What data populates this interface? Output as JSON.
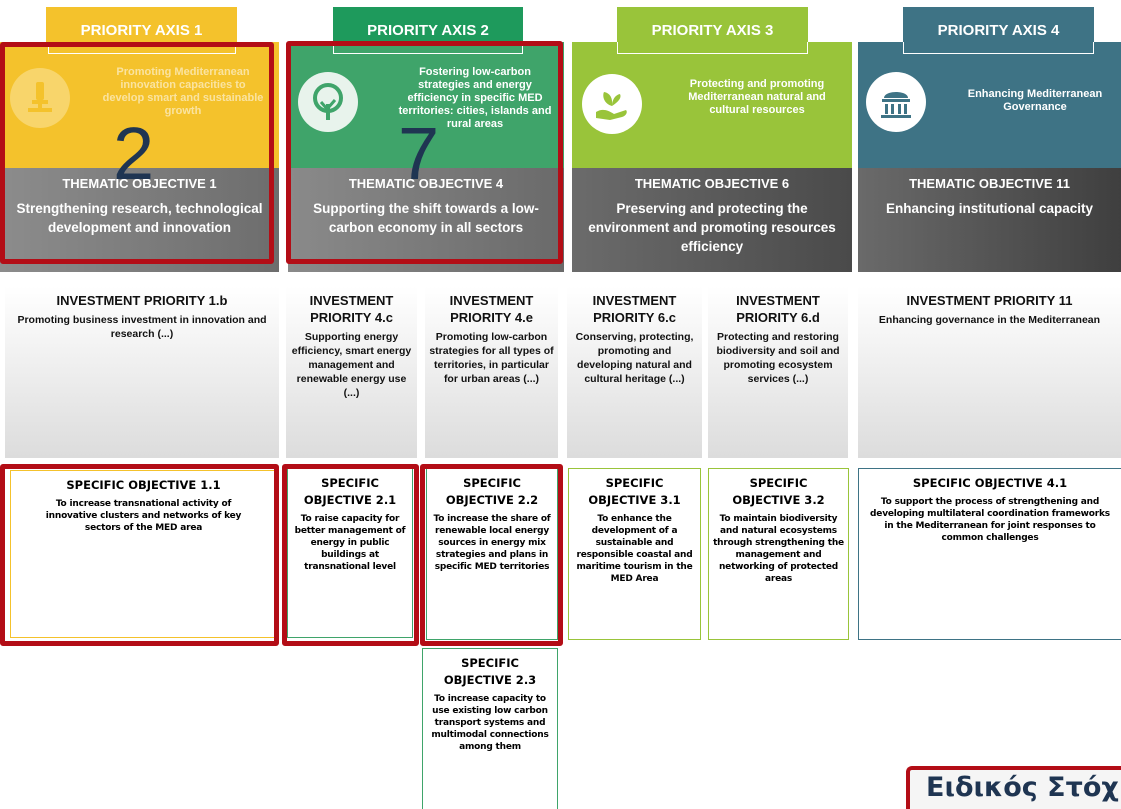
{
  "colors": {
    "axis1": "#f4c22c",
    "axis2": "#3fa46a",
    "axis3": "#99c43a",
    "axis4": "#3e7385",
    "thematic_dark": "#5a5a5a",
    "red_highlight": "#b30d16"
  },
  "axes": [
    {
      "tab": "PRIORITY AXIS 1",
      "text": "Promoting Mediterranean innovation capacities to develop smart and sustainable growth",
      "icon": "microscope-icon"
    },
    {
      "tab": "PRIORITY AXIS 2",
      "text": "Fostering low-carbon strategies and energy efficiency in specific MED territories: cities, islands and rural areas",
      "icon": "tree-icon"
    },
    {
      "tab": "PRIORITY AXIS 3",
      "text": "Protecting and promoting Mediterranean natural and cultural resources",
      "icon": "plant-in-hand-icon"
    },
    {
      "tab": "PRIORITY AXIS 4",
      "text": "Enhancing Mediterranean Governance",
      "icon": "building-icon"
    }
  ],
  "thematic": [
    {
      "title": "THEMATIC OBJECTIVE 1",
      "text": "Strengthening research, technological development and innovation"
    },
    {
      "title": "THEMATIC OBJECTIVE 4",
      "text": "Supporting the shift towards a low-carbon economy in all sectors"
    },
    {
      "title": "THEMATIC OBJECTIVE 6",
      "text": "Preserving and protecting the environment and promoting resources efficiency"
    },
    {
      "title": "THEMATIC OBJECTIVE 11",
      "text": "Enhancing institutional capacity"
    }
  ],
  "investment": [
    {
      "title": "INVESTMENT PRIORITY 1.b",
      "text": "Promoting business investment in innovation and research (...)"
    },
    {
      "title": "INVESTMENT PRIORITY 4.c",
      "text": "Supporting energy efficiency, smart energy management and renewable energy use (...)"
    },
    {
      "title": "INVESTMENT PRIORITY 4.e",
      "text": "Promoting low-carbon strategies for all types of territories, in particular for urban areas (...)"
    },
    {
      "title": "INVESTMENT PRIORITY 6.c",
      "text": "Conserving, protecting, promoting and developing natural and cultural heritage (...)"
    },
    {
      "title": "INVESTMENT PRIORITY 6.d",
      "text": "Protecting and restoring biodiversity and soil and promoting ecosystem services (...)"
    },
    {
      "title": "INVESTMENT PRIORITY 11",
      "text": "Enhancing governance in the Mediterranean"
    }
  ],
  "specific": [
    {
      "title": "SPECIFIC OBJECTIVE 1.1",
      "text": "To increase transnational activity of innovative clusters and networks of key sectors of the MED area"
    },
    {
      "title": "SPECIFIC OBJECTIVE 2.1",
      "text": "To raise capacity for better management of energy in public buildings at transnational level"
    },
    {
      "title": "SPECIFIC OBJECTIVE 2.2",
      "text": "To increase the share of renewable local energy sources in energy mix strategies and plans in specific MED territories"
    },
    {
      "title": "SPECIFIC OBJECTIVE 3.1",
      "text": "To enhance the development of a sustainable and responsible coastal and maritime tourism in the MED Area"
    },
    {
      "title": "SPECIFIC OBJECTIVE 3.2",
      "text": "To maintain biodiversity and natural ecosystems through strengthening the management and networking of protected areas"
    },
    {
      "title": "SPECIFIC OBJECTIVE 4.1",
      "text": "To support the process of strengthening and developing multilateral coordination frameworks in the Mediterranean for joint responses to common challenges"
    },
    {
      "title": "SPECIFIC OBJECTIVE 2.3",
      "text": "To increase capacity to use existing low carbon transport systems and multimodal connections among them"
    }
  ],
  "annotations": {
    "number_1": "2",
    "number_2": "7",
    "greek_label": "Ειδικός Στόχ"
  }
}
